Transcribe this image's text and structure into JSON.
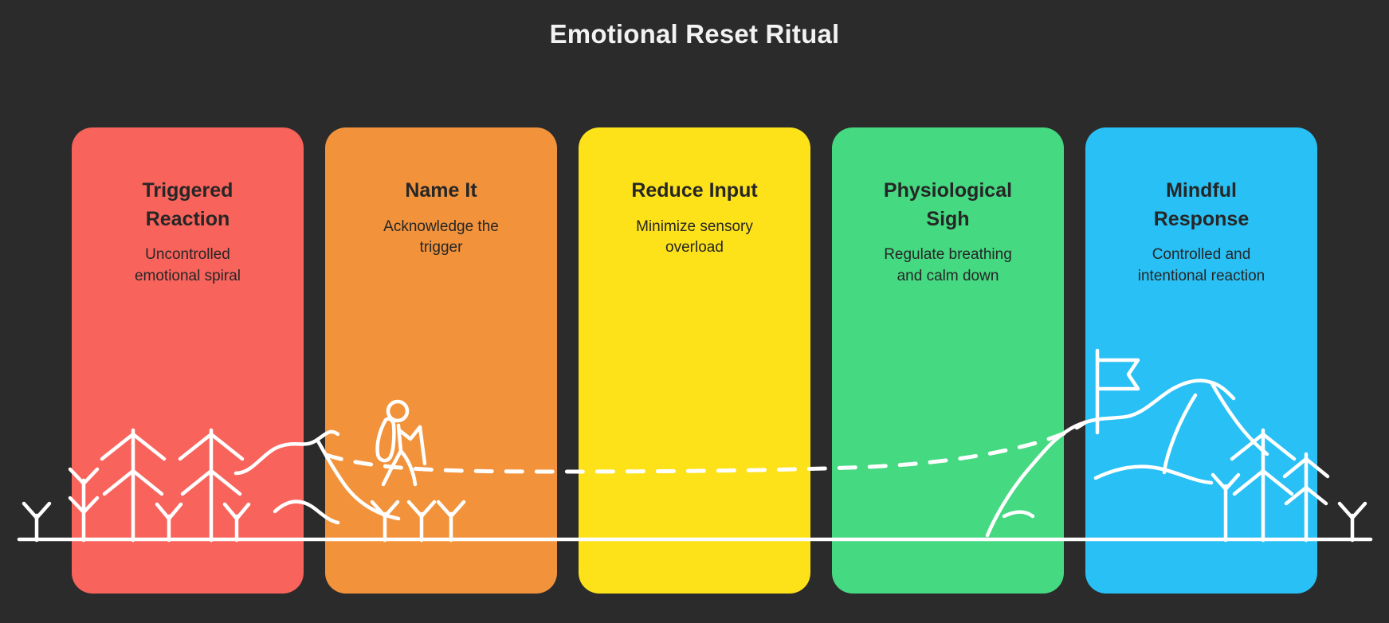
{
  "header": {
    "title": "Emotional Reset Ritual"
  },
  "theme": {
    "background": "#2b2b2b",
    "title_color": "#f2f2f2",
    "line_art_color": "#ffffff",
    "card_text_color": "#262626"
  },
  "cards": [
    {
      "id": "triggered-reaction",
      "title": "Triggered\nReaction",
      "desc": "Uncontrolled\nemotional spiral",
      "color": "#f8635c"
    },
    {
      "id": "name-it",
      "title": "Name It",
      "desc": "Acknowledge the\ntrigger",
      "color": "#f2933c"
    },
    {
      "id": "reduce-input",
      "title": "Reduce Input",
      "desc": "Minimize sensory\noverload",
      "color": "#fde21a"
    },
    {
      "id": "physiological-sigh",
      "title": "Physiological\nSigh",
      "desc": "Regulate breathing\nand calm down",
      "color": "#45d981"
    },
    {
      "id": "mindful-response",
      "title": "Mindful\nResponse",
      "desc": "Controlled and\nintentional reaction",
      "color": "#29c0f5"
    }
  ],
  "illustration": {
    "elements": [
      "pine-trees-left",
      "hiker-figure",
      "dashed-trail-path",
      "mountain-ridge",
      "summit-flag",
      "pine-trees-right",
      "ground-line"
    ]
  }
}
